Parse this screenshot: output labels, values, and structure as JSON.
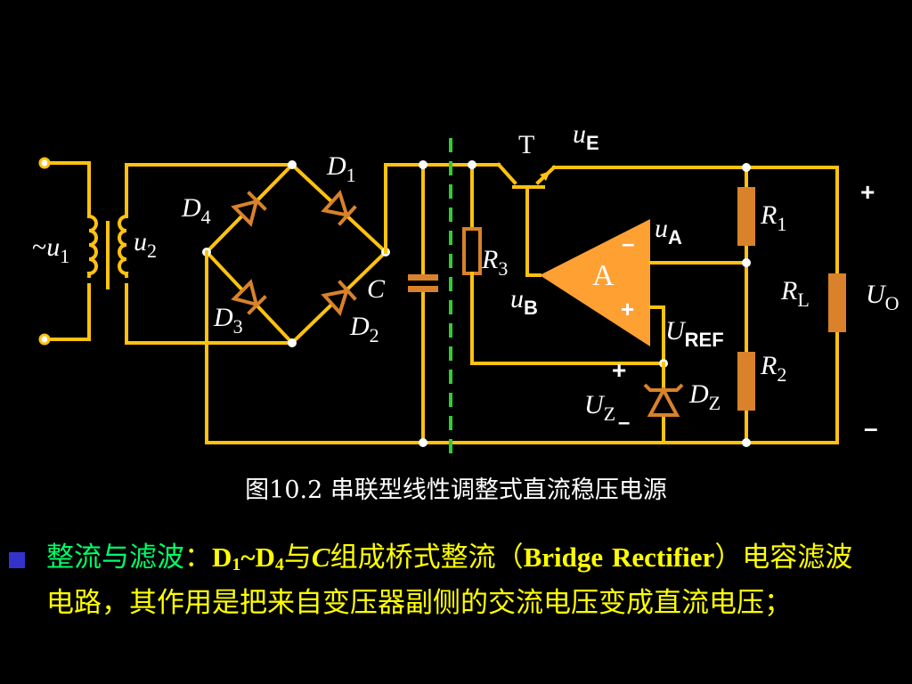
{
  "caption": "图10.2 串联型线性调整式直流稳压电源",
  "labels": {
    "T": "T",
    "uE_main": "u",
    "uE_sub": "E",
    "D1_main": "D",
    "D1_sub": "1",
    "D2_main": "D",
    "D2_sub": "2",
    "D3_main": "D",
    "D3_sub": "3",
    "D4_main": "D",
    "D4_sub": "4",
    "u1_prefix": "~",
    "u1_main": "u",
    "u1_sub": "1",
    "u2_main": "u",
    "u2_sub": "2",
    "C": "C",
    "R3_main": "R",
    "R3_sub": "3",
    "uB_main": "u",
    "uB_sub": "B",
    "uA_main": "u",
    "uA_sub": "A",
    "amp": "A",
    "op_minus": "–",
    "op_plus": "+",
    "UREF_main": "U",
    "UREF_sub": "REF",
    "UZ_plus": "+",
    "UZ_main": "U",
    "UZ_sub": "Z",
    "UZ_minus": "–",
    "DZ_main": "D",
    "DZ_sub": "Z",
    "R1_main": "R",
    "R1_sub": "1",
    "R2_main": "R",
    "R2_sub": "2",
    "RL_main": "R",
    "RL_sub": "L",
    "UO_main": "U",
    "UO_sub": "O",
    "out_plus": "+",
    "out_minus": "–"
  },
  "paragraph": {
    "highlight": "整流与滤波",
    "colon": "：",
    "d1": "D",
    "d1_sub": "1",
    "tilde": "~D",
    "d4_sub": "4",
    "yu": "与",
    "c": "C",
    "zucheng": "组成桥式整流（",
    "bridge": "Bridge",
    "rectifier": "Rectifier",
    "rest": "）电容滤波电路，其作用是把来自变压器副侧的交流电压变成直流电压；"
  },
  "colors": {
    "wire": "#ffc20e",
    "component": "#d9822b",
    "opamp": "#ffa033",
    "dashed_divider": "#33cc33",
    "text_highlight": "#00ff66",
    "text_body": "#ffff00",
    "bullet": "#3333cc"
  }
}
